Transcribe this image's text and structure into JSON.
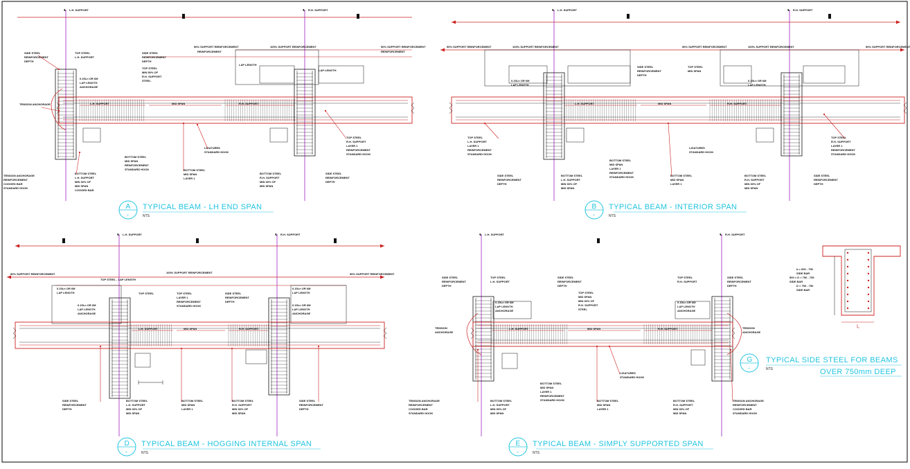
{
  "sheet": {
    "border_color": "#000000",
    "concrete_color": "#cc1f1f",
    "steel_color": "#111111",
    "gridline_color": "#a020c0",
    "title_color": "#20c4e0"
  },
  "details": [
    {
      "tag": "A",
      "tag_sub": "-",
      "title": "TYPICAL BEAM  -  LH END SPAN",
      "scale": "NTS",
      "grid_left": "L.H. SUPPORT",
      "grid_right": "R.H. SUPPORT"
    },
    {
      "tag": "B",
      "tag_sub": "-",
      "title": "TYPICAL BEAM  -  INTERIOR SPAN",
      "scale": "NTS",
      "grid_left": "L.H. SUPPORT",
      "grid_right": "R.H. SUPPORT"
    },
    {
      "tag": "D",
      "tag_sub": "-",
      "title": "TYPICAL BEAM  -  HOGGING INTERNAL SPAN",
      "scale": "NTS",
      "grid_left": "L.H. SUPPORT",
      "grid_right": "R.H. SUPPORT"
    },
    {
      "tag": "E",
      "tag_sub": "-",
      "title": "TYPICAL BEAM  -  SIMPLY SUPPORTED SPAN",
      "scale": "NTS",
      "grid_left": "L.H. SUPPORT",
      "grid_right": "R.H. SUPPORT"
    },
    {
      "tag": "G",
      "tag_sub": "-",
      "title": "TYPICAL SIDE STEEL FOR BEAMS",
      "title_line2": "OVER 750mm DEEP",
      "scale": "NTS"
    }
  ],
  "notes": {
    "top_steel": "TOP STEEL",
    "lh_support": "L.H. SUPPORT",
    "rh_support": "R.H. SUPPORT",
    "bottom_steel": "BOTTOM STEEL",
    "mid_span": "MID SPAN",
    "reinforcement": "REINFORCEMENT",
    "tension_anchorage": "TENSION ANCHORAGE",
    "side_steel": "SIDE STEEL",
    "hook_note": "STANDARD HOOK",
    "ligatures": "LIGATURES",
    "support_reinf": "50% SUPPORT REINFORCEMENT",
    "full_reinf": "100% SUPPORT REINFORCEMENT",
    "lap_note": "LAP LENGTH",
    "anchorage": "ANCHORAGE",
    "cogged": "COGGED BAR"
  }
}
